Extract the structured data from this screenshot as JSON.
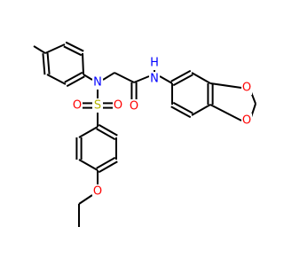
{
  "molecule": {
    "atoms": {
      "n_sulfonamide": {
        "label": "N",
        "color": "#0000ff"
      },
      "n_amide": {
        "label": "N",
        "color": "#0000ff"
      },
      "h_amide": {
        "label": "H",
        "color": "#0000ff"
      },
      "o_carbonyl": {
        "label": "O",
        "color": "#ff0000"
      },
      "s_sulfonyl": {
        "label": "S",
        "color": "#b3b300"
      },
      "o_sulfonyl_left": {
        "label": "O",
        "color": "#ff0000"
      },
      "o_sulfonyl_right": {
        "label": "O",
        "color": "#ff0000"
      },
      "o_ether": {
        "label": "O",
        "color": "#ff0000"
      },
      "o_dioxole_top": {
        "label": "O",
        "color": "#ff0000"
      },
      "o_dioxole_bottom": {
        "label": "O",
        "color": "#ff0000"
      }
    },
    "bond_color": "#000000"
  }
}
